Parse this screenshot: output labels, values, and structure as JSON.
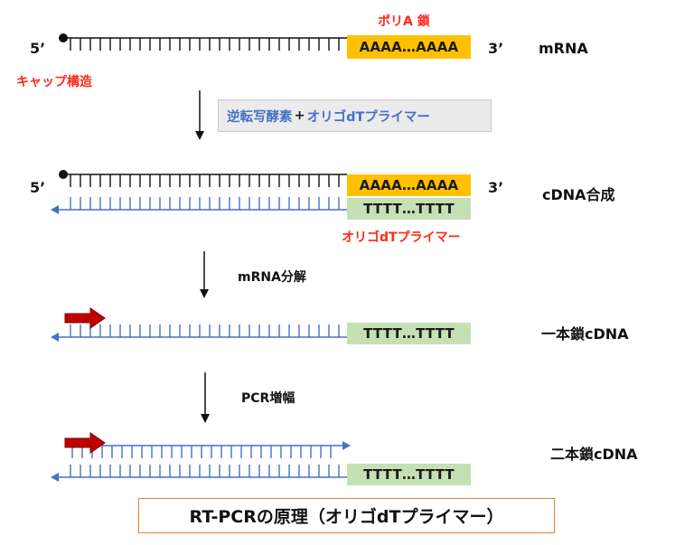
{
  "end_labels": {
    "five_prime": "5’",
    "three_prime": "3’"
  },
  "annotations": {
    "poly_a": "ポリA 鎖",
    "cap": "キャップ構造",
    "oligo_primer": "オリゴdTプライマー"
  },
  "sequences": {
    "poly_a": "AAAA…AAAA",
    "oligo_dt": "TTTT…TTTT"
  },
  "stage_labels": {
    "mrna": "mRNA",
    "cdna_synthesis": "cDNA合成",
    "single_strand": "一本鎖cDNA",
    "double_strand": "二本鎖cDNA"
  },
  "steps": {
    "reverse_transcription": {
      "enzyme": "逆転写酵素",
      "plus": "+",
      "primer": "オリゴdTプライマー"
    },
    "mrna_degradation": "mRNA分解",
    "pcr_amplification": "PCR増幅"
  },
  "title": "RT-PCRの原理（オリゴdTプライマー）",
  "colors": {
    "mrna_strand": "#111111",
    "cdna_strand": "#4472c4",
    "poly_a_box": "#ffc000",
    "oligo_box": "#c5e0b4",
    "primer_arrow": "#c00000",
    "annotation_red": "#ff2a1a",
    "title_border": "#ed7d31"
  }
}
